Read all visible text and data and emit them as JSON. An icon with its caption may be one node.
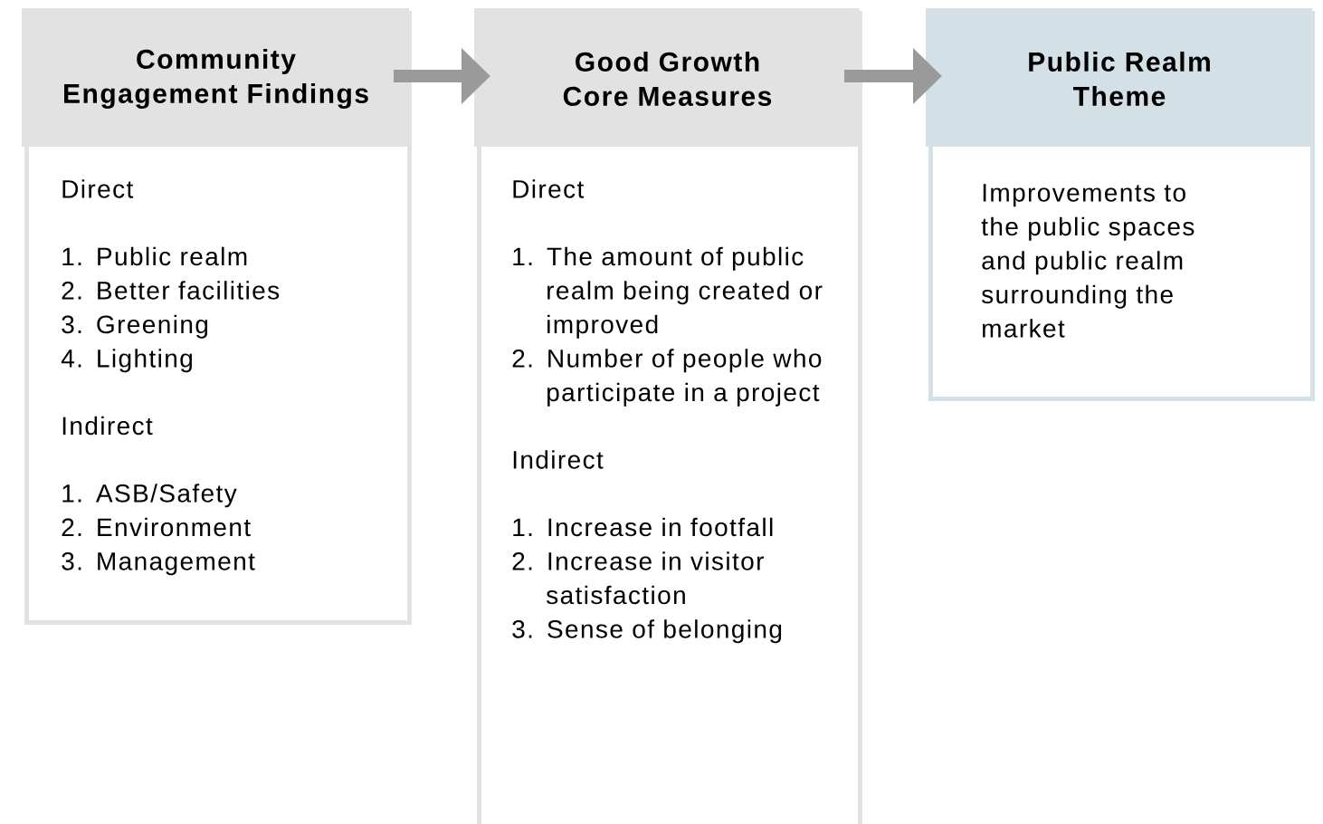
{
  "diagram": {
    "nodes": [
      {
        "text": [
          "Community Engagement Findings",
          "Direct",
          "1. Public realm",
          "2. Better facilities",
          "3. Greening",
          "4. Lighting",
          "Indirect",
          "1. ASB/Safety",
          "2. Environment",
          "3. Management"
        ]
      },
      {
        "text": [
          "Good Growth Core Measures",
          "Direct",
          "1. The amount of public realm being created or improved",
          "2. Number of people who participate in a project",
          "Indirect",
          "1. Increase in footfall",
          "2. Increase in visitor satisfaction",
          "3. Sense of belonging"
        ]
      },
      {
        "text": [
          "Public Realm Theme",
          "Improvements to the public spaces and public realm surrounding the market"
        ]
      }
    ],
    "edges": [
      {
        "from": 0,
        "to": 1,
        "arrow": "to"
      },
      {
        "from": 1,
        "to": 2,
        "arrow": "to"
      }
    ]
  }
}
